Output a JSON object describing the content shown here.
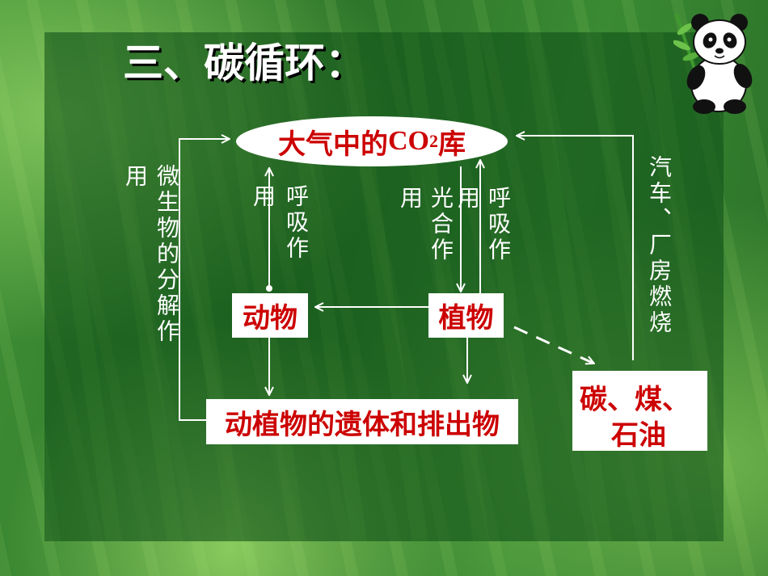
{
  "slide": {
    "title": "三、碳循环："
  },
  "diagram": {
    "nodes": {
      "atmosphere": {
        "label_main": "大气中的 ",
        "label_co": "CO",
        "label_sub": "2",
        "label_tail": " 库"
      },
      "animal": {
        "label": "动物"
      },
      "plant": {
        "label": "植物"
      },
      "remains": {
        "label": "动植物的遗体和排出物"
      },
      "fossil_fuels": {
        "line1": "碳、煤、",
        "line2": "石油"
      }
    },
    "edge_labels": {
      "decomposition": "微生物的分解作用",
      "animal_respiration": "呼吸作用",
      "photosynthesis": "光合作用",
      "plant_respiration": "呼吸作用",
      "combustion": "汽车、厂房燃烧"
    }
  },
  "colors": {
    "node_text": "#cc0000",
    "node_fill": "#ffffff",
    "line": "#ffffff",
    "label_text": "#ffffff",
    "background": "#2c7429"
  },
  "icons": {
    "corner_image": "panda-icon"
  }
}
